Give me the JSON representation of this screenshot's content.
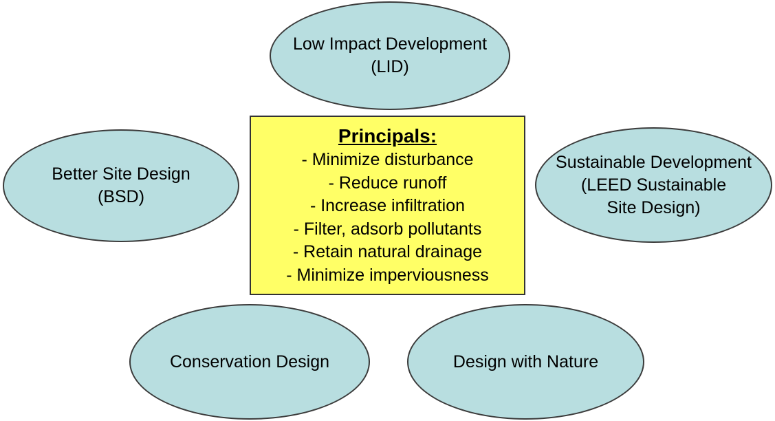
{
  "colors": {
    "background": "#FFFFFF",
    "ellipse_fill": "#B8DEE0",
    "ellipse_border": "#3B3B3B",
    "box_fill": "#FFFF66",
    "box_border": "#333333",
    "text": "#000000"
  },
  "ellipses": {
    "lid": {
      "lines": [
        "Low Impact Development",
        "(LID)"
      ]
    },
    "bsd": {
      "lines": [
        "Better Site Design",
        "(BSD)"
      ]
    },
    "sustainable": {
      "lines": [
        "Sustainable Development",
        "(LEED Sustainable",
        "Site Design)"
      ]
    },
    "conservation": {
      "lines": [
        "Conservation Design"
      ]
    },
    "nature": {
      "lines": [
        "Design with Nature"
      ]
    }
  },
  "center_box": {
    "title": "Principals:",
    "items": [
      "- Minimize disturbance",
      "- Reduce runoff",
      "- Increase infiltration",
      "- Filter, adsorb pollutants",
      "- Retain natural drainage",
      "- Minimize imperviousness"
    ]
  }
}
